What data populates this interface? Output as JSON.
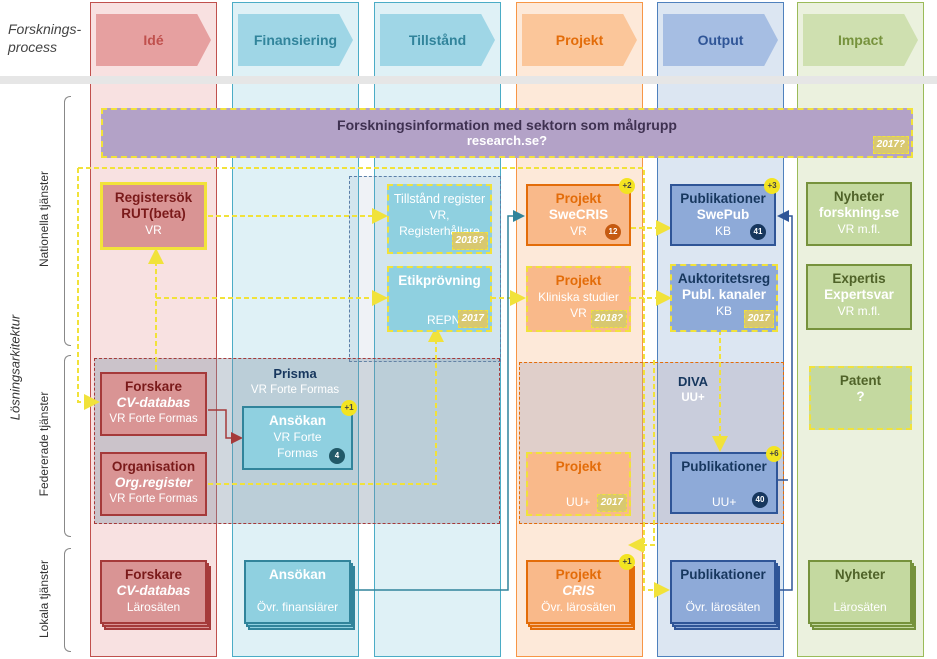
{
  "process_label": "Forsknings-\nprocess",
  "columns": [
    {
      "label": "Idé",
      "color": "#c0504d",
      "fill": "#f5d6d6"
    },
    {
      "label": "Finansiering",
      "color": "#31849b",
      "fill": "#d4eef4"
    },
    {
      "label": "Tillstånd",
      "color": "#31849b",
      "fill": "#d4eef4"
    },
    {
      "label": "Projekt",
      "color": "#e36c09",
      "fill": "#fde4d0"
    },
    {
      "label": "Output",
      "color": "#2f5597",
      "fill": "#d6e1f2"
    },
    {
      "label": "Impact",
      "color": "#76923c",
      "fill": "#e6efd6"
    }
  ],
  "side": {
    "main": "Lösningsarkitektur",
    "nationella": "Nationella tjänster",
    "federerade": "Federerade tjänster",
    "lokala": "Lokala tjänster"
  },
  "banner": {
    "title": "Forskningsinformation med sektorn som målgrupp",
    "sub": "research.se?",
    "year": "2017?"
  },
  "national": {
    "registersok": {
      "t": "Registersök",
      "s": "RUT(beta)",
      "o": "VR"
    },
    "tillstand": {
      "t": "Tillstånd register",
      "o1": "VR,",
      "o2": "Registerhållare",
      "year": "2018?"
    },
    "etik": {
      "t": "Etikprövning",
      "o": "REPN",
      "year": "2017"
    },
    "swecris": {
      "t": "Projekt",
      "s": "SweCRIS",
      "o": "VR",
      "plus": "+2",
      "num": "12"
    },
    "klin": {
      "t": "Projekt",
      "s": "Kliniska studier",
      "o": "VR",
      "year": "2018?"
    },
    "swepub": {
      "t": "Publikationer",
      "s": "SwePub",
      "o": "KB",
      "plus": "+3",
      "num": "41"
    },
    "auktor": {
      "t": "Auktoritetsreg",
      "s": "Publ. kanaler",
      "o": "KB",
      "year": "2017"
    },
    "nyheter": {
      "t": "Nyheter",
      "s": "forskning.se",
      "o": "VR m.fl."
    },
    "expertis": {
      "t": "Expertis",
      "s": "Expertsvar",
      "o": "VR m.fl."
    }
  },
  "federated": {
    "prisma": {
      "t": "Prisma",
      "o": "VR Forte Formas"
    },
    "forskare": {
      "t": "Forskare",
      "s": "CV-databas",
      "o": "VR Forte Formas"
    },
    "org": {
      "t": "Organisation",
      "s": "Org.register",
      "o": "VR Forte Formas"
    },
    "ansokan": {
      "t": "Ansökan",
      "o1": "VR Forte",
      "o2": "Formas",
      "plus": "+1",
      "num": "4"
    },
    "diva": {
      "t": "DIVA",
      "o": "UU+"
    },
    "projekt": {
      "t": "Projekt",
      "o": "UU+",
      "year": "2017"
    },
    "publ": {
      "t": "Publikationer",
      "o": "UU+",
      "plus": "+6",
      "num": "40"
    },
    "patent": {
      "t": "Patent",
      "s": "?"
    }
  },
  "local": {
    "forskare": {
      "t": "Forskare",
      "s": "CV-databas",
      "o": "Lärosäten"
    },
    "ansokan": {
      "t": "Ansökan",
      "o": "Övr. finansiärer"
    },
    "projekt": {
      "t": "Projekt",
      "s": "CRIS",
      "o": "Övr. lärosäten",
      "plus": "+1"
    },
    "publ": {
      "t": "Publikationer",
      "o": "Övr. lärosäten"
    },
    "nyheter": {
      "t": "Nyheter",
      "o": "Lärosäten"
    }
  }
}
